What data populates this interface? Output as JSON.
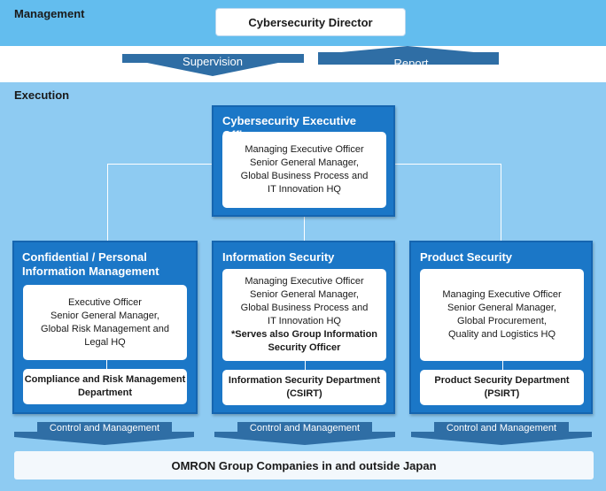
{
  "management": {
    "label": "Management",
    "director": "Cybersecurity Director"
  },
  "flows": {
    "supervision": "Supervision",
    "report": "Report"
  },
  "execution": {
    "label": "Execution",
    "executive_officer": {
      "title": "Cybersecurity Executive Officer",
      "lines": [
        "Managing Executive Officer",
        "Senior General Manager,",
        "Global Business Process and",
        "IT Innovation HQ"
      ]
    }
  },
  "divisions": [
    {
      "title_lines": [
        "Confidential / Personal",
        "Information Management"
      ],
      "officer_lines": [
        "Executive Officer",
        "Senior General Manager,",
        "Global Risk Management and",
        "Legal HQ"
      ],
      "note": "",
      "department_lines": [
        "Compliance and Risk Management",
        "Department"
      ],
      "control_label": "Control and Management"
    },
    {
      "title_lines": [
        "Information Security"
      ],
      "officer_lines": [
        "Managing Executive Officer",
        "Senior General Manager,",
        "Global Business Process and",
        "IT Innovation HQ"
      ],
      "note_lines": [
        "*Serves also Group Information",
        "Security Officer"
      ],
      "department_lines": [
        "Information Security Department",
        "(CSIRT)"
      ],
      "control_label": "Control and Management"
    },
    {
      "title_lines": [
        "Product Security"
      ],
      "officer_lines": [
        "Managing Executive Officer",
        "Senior General Manager,",
        "Global Procurement,",
        "Quality and Logistics HQ"
      ],
      "note": "",
      "department_lines": [
        "Product Security Department",
        "(PSIRT)"
      ],
      "control_label": "Control and Management"
    }
  ],
  "group_companies": "OMRON Group Companies in and outside Japan",
  "colors": {
    "management_band": "#63bdee",
    "execution_band": "#8ecbf2",
    "panel_blue": "#1b77c7",
    "arrow_blue": "#2f6ea5"
  }
}
